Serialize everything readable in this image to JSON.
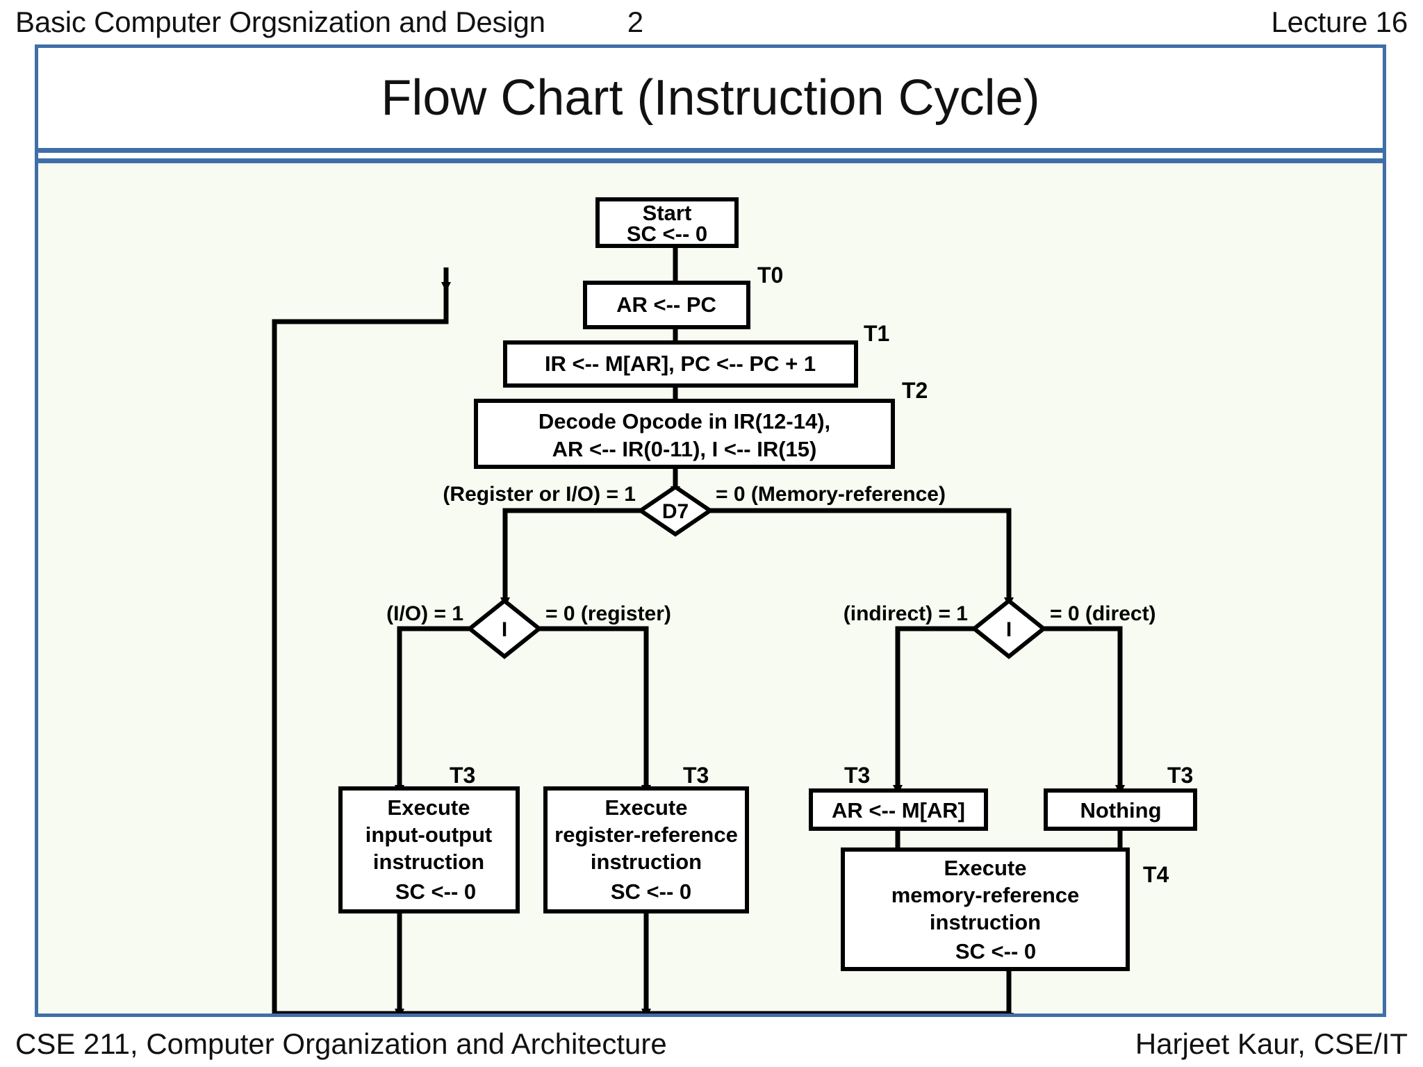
{
  "header": {
    "left_title": "Basic Computer Orgsnization and Design",
    "page_number": "2",
    "right_title": "Lecture 16"
  },
  "slide": {
    "title": "Flow Chart (Instruction Cycle)"
  },
  "footer": {
    "left": "CSE 211, Computer Organization and Architecture",
    "right": "Harjeet Kaur, CSE/IT"
  },
  "colors": {
    "frame_blue": "#3f6fa8",
    "body_bg": "#f7fbf1",
    "ink": "#000000"
  },
  "chart_data": {
    "type": "diagram",
    "title": "Flow Chart (Instruction Cycle)",
    "nodes": [
      {
        "id": "start",
        "shape": "box",
        "lines": [
          "Start",
          "SC <-- 0"
        ]
      },
      {
        "id": "t0",
        "shape": "box",
        "lines": [
          "AR    <--   PC"
        ],
        "timing": "T0"
      },
      {
        "id": "t1",
        "shape": "box",
        "lines": [
          "IR   <--   M[AR],     PC   <--   PC + 1"
        ],
        "timing": "T1"
      },
      {
        "id": "t2",
        "shape": "box",
        "lines": [
          "Decode Opcode in IR(12-14),",
          "AR   <--  IR(0-11),       I <-- IR(15)"
        ],
        "timing": "T2"
      },
      {
        "id": "d7",
        "shape": "diamond",
        "lines": [
          "D7"
        ]
      },
      {
        "id": "i-left",
        "shape": "diamond",
        "lines": [
          "I"
        ]
      },
      {
        "id": "i-right",
        "shape": "diamond",
        "lines": [
          "I"
        ]
      },
      {
        "id": "exec-io",
        "shape": "box",
        "lines": [
          "Execute",
          "input-output",
          "instruction",
          "SC   <--   0"
        ],
        "timing": "T3"
      },
      {
        "id": "exec-reg",
        "shape": "box",
        "lines": [
          "Execute",
          "register-reference",
          "instruction",
          "SC   <--   0"
        ],
        "timing": "T3"
      },
      {
        "id": "ar-mar",
        "shape": "box",
        "lines": [
          "AR   <-- M[AR]"
        ],
        "timing": "T3"
      },
      {
        "id": "nothing",
        "shape": "box",
        "lines": [
          "Nothing"
        ],
        "timing": "T3"
      },
      {
        "id": "exec-mem",
        "shape": "box",
        "lines": [
          "Execute",
          "memory-reference",
          "instruction",
          "SC     <--   0"
        ],
        "timing": "T4"
      }
    ],
    "edge_labels": [
      {
        "id": "d7-left",
        "text": "(Register or I/O) = 1"
      },
      {
        "id": "d7-right",
        "text": "= 0 (Memory-reference)"
      },
      {
        "id": "ileft-left",
        "text": "(I/O) = 1"
      },
      {
        "id": "ileft-right",
        "text": "= 0 (register)"
      },
      {
        "id": "iright-left",
        "text": "(indirect) = 1"
      },
      {
        "id": "iright-right",
        "text": "= 0 (direct)"
      }
    ],
    "boxes": {
      "start": {
        "lines": [
          "Start",
          "SC <-- 0"
        ]
      },
      "t0": {
        "text": "AR    <--   PC",
        "timing": "T0"
      },
      "t1": {
        "text": "IR   <--   M[AR],     PC   <--   PC + 1",
        "timing": "T1"
      },
      "t2": {
        "line1": "Decode Opcode in IR(12-14),",
        "line2": "AR   <--  IR(0-11),       I <-- IR(15)",
        "timing": "T2"
      },
      "d7": {
        "text": "D7"
      },
      "i_left": {
        "text": "I"
      },
      "i_right": {
        "text": "I"
      },
      "exec_io": {
        "l1": "Execute",
        "l2": "input-output",
        "l3": "instruction",
        "l4": "SC   <--   0",
        "timing": "T3"
      },
      "exec_reg": {
        "l1": "Execute",
        "l2": "register-reference",
        "l3": "instruction",
        "l4": "SC   <--   0",
        "timing": "T3"
      },
      "ar_mar": {
        "text": "AR   <-- M[AR]",
        "timing": "T3"
      },
      "nothing": {
        "text": "Nothing",
        "timing": "T3"
      },
      "exec_mem": {
        "l1": "Execute",
        "l2": "memory-reference",
        "l3": "instruction",
        "l4": "SC     <--   0",
        "timing": "T4"
      }
    },
    "labels": {
      "d7_left": "(Register or I/O) = 1",
      "d7_right": "= 0 (Memory-reference)",
      "ileft_left": "(I/O) = 1",
      "ileft_right": "= 0 (register)",
      "iright_left": "(indirect) = 1",
      "iright_right": "= 0 (direct)"
    }
  }
}
